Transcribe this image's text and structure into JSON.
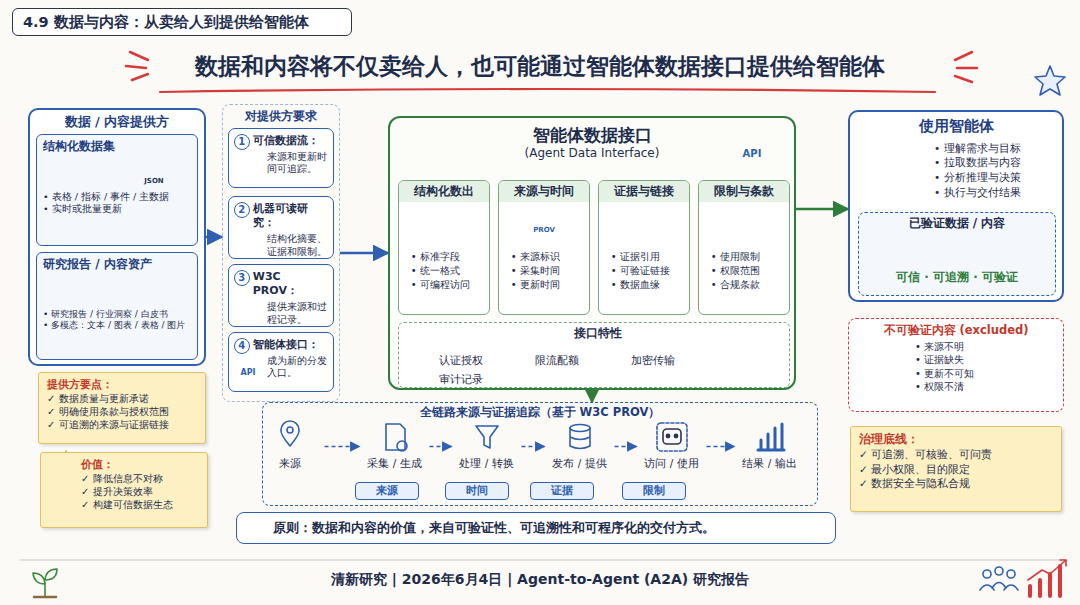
{
  "diagram": {
    "title": "数据和内容将不仅卖给人，也可能通过智能体数据接口提供给智能体",
    "caption": "清新研究 | 2026年6月4日 | Agent-to-Agent (A2A) 研究报告",
    "nodes": [
      {
        "text": [
          "4.9 数据与内容：从卖给人到提供给智能体"
        ]
      },
      {
        "text": [
          "数据 / 内容提供方"
        ]
      },
      {
        "text": [
          "结构化数据集",
          "• 表格 / 指标 / 事件 / 主数据",
          "• 实时或批量更新"
        ],
        "in": 1
      },
      {
        "text": [
          "研究报告 / 内容资产",
          "• 研究报告 / 行业洞察 / 白皮书",
          "• 多模态：文本 / 图表 / 表格 / 图片"
        ],
        "in": 1
      },
      {
        "text": [
          "提供方要点：",
          "✓ 数据质量与更新承诺",
          "✓ 明确使用条款与授权范围",
          "✓ 可追溯的来源与证据链接"
        ]
      },
      {
        "text": [
          "价值：",
          "✓ 降低信息不对称",
          "✓ 提升决策效率",
          "✓ 构建可信数据生态"
        ]
      },
      {
        "text": [
          "对提供方要求"
        ]
      },
      {
        "text": [
          "1",
          "可信数据流：",
          "来源和更新时间可追踪。"
        ],
        "in": 6
      },
      {
        "text": [
          "2",
          "机器可读研究：",
          "结构化摘要、证据和限制。"
        ],
        "in": 6
      },
      {
        "text": [
          "3",
          "W3C PROV：",
          "提供来源和过程记录。"
        ],
        "in": 6
      },
      {
        "text": [
          "4",
          "智能体接口：",
          "成为新的分发入口。"
        ],
        "in": 6
      },
      {
        "text": [
          "智能体数据接口",
          "(Agent Data Interface)"
        ]
      },
      {
        "text": [
          "结构化数出",
          "• 标准字段",
          "• 统一格式",
          "• 可编程访问"
        ],
        "in": 11
      },
      {
        "text": [
          "来源与时间",
          "• 来源标识",
          "• 采集时间",
          "• 更新时间"
        ],
        "in": 11
      },
      {
        "text": [
          "证据与链接",
          "• 证据引用",
          "• 可验证链接",
          "• 数据血缘"
        ],
        "in": 11
      },
      {
        "text": [
          "限制与条款",
          "• 使用限制",
          "• 权限范围",
          "• 合规条款"
        ],
        "in": 11
      },
      {
        "text": [
          "接口特性",
          "认证授权",
          "限流配额",
          "加密传输",
          "审计记录"
        ],
        "in": 11
      },
      {
        "text": [
          "使用智能体",
          "• 理解需求与目标",
          "• 拉取数据与内容",
          "• 分析推理与决策",
          "• 执行与交付结果"
        ]
      },
      {
        "text": [
          "已验证数据 / 内容",
          "可信 · 可追溯 · 可验证"
        ],
        "in": 17
      },
      {
        "text": [
          "不可验证内容 (excluded)",
          "• 来源不明",
          "• 证据缺失",
          "• 更新不可知",
          "• 权限不清"
        ]
      },
      {
        "text": [
          "治理底线：",
          "✓ 可追溯、可核验、可问责",
          "✓ 最小权限、目的限定",
          "✓ 数据安全与隐私合规"
        ]
      },
      {
        "text": [
          "全链路来源与证据追踪（基于 W3C PROV）"
        ]
      },
      {
        "text": [
          "来源"
        ],
        "in": 21
      },
      {
        "text": [
          "采集 / 生成"
        ],
        "in": 21
      },
      {
        "text": [
          "处理 / 转换"
        ],
        "in": 21
      },
      {
        "text": [
          "发布 / 提供"
        ],
        "in": 21
      },
      {
        "text": [
          "访问 / 使用"
        ],
        "in": 21
      },
      {
        "text": [
          "结果 / 输出"
        ],
        "in": 21
      },
      {
        "text": [
          "来源"
        ],
        "in": 21
      },
      {
        "text": [
          "时间"
        ],
        "in": 21
      },
      {
        "text": [
          "证据"
        ],
        "in": 21
      },
      {
        "text": [
          "限制"
        ],
        "in": 21
      },
      {
        "text": [
          "原则：数据和内容的价值，来自可验证性、可追溯性和可程序化的交付方式。"
        ]
      }
    ],
    "edges": [
      {
        "from": 1,
        "to": 6,
        "arrow": "to"
      },
      {
        "from": 6,
        "to": 11,
        "arrow": "to"
      },
      {
        "from": 11,
        "to": 17,
        "arrow": "to"
      },
      {
        "from": 11,
        "to": 21,
        "arrow": "to"
      },
      {
        "from": 22,
        "to": 23,
        "arrow": "to"
      },
      {
        "from": 23,
        "to": 24,
        "arrow": "to"
      },
      {
        "from": 24,
        "to": 25,
        "arrow": "to"
      },
      {
        "from": 25,
        "to": 26,
        "arrow": "to"
      },
      {
        "from": 26,
        "to": 27,
        "arrow": "to"
      }
    ],
    "labels": [
      "JSON",
      "API",
      "API",
      "PROV"
    ]
  }
}
